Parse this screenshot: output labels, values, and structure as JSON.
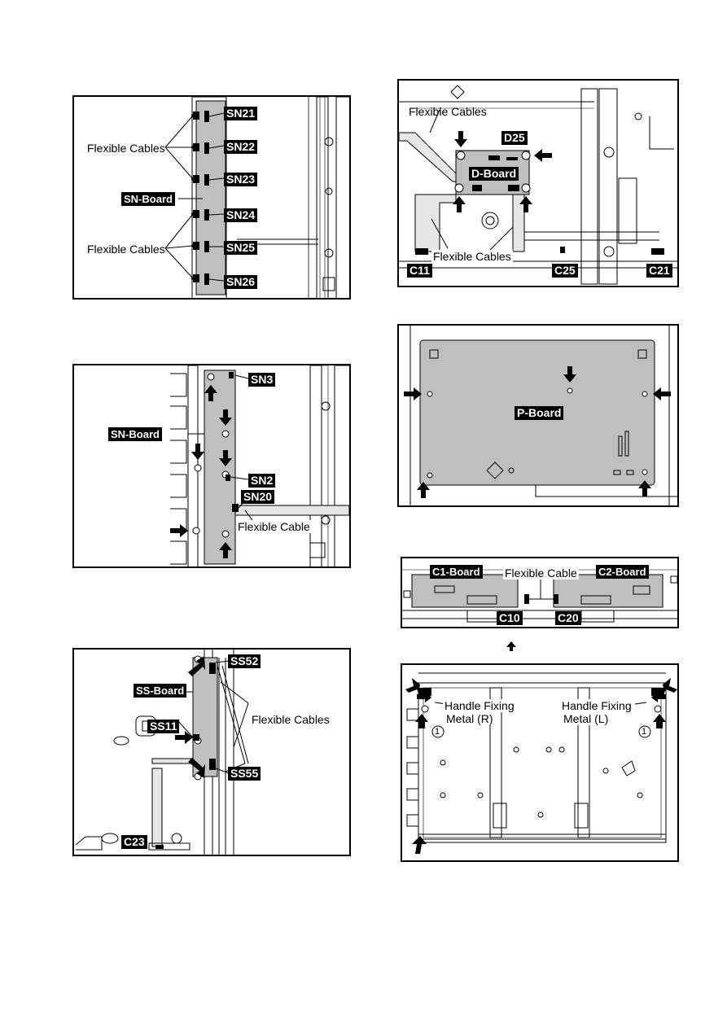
{
  "fig_sn_cables": {
    "label_cables_top": "Flexible Cables",
    "label_board": "SN-Board",
    "label_cables_bottom": "Flexible Cables",
    "connectors": [
      "SN21",
      "SN22",
      "SN23",
      "SN24",
      "SN25",
      "SN26"
    ]
  },
  "fig_sn_board": {
    "label_board": "SN-Board",
    "label_cable": "Flexible Cable",
    "connectors": [
      "SN3",
      "SN2",
      "SN20"
    ]
  },
  "fig_ss_board": {
    "label_board": "SS-Board",
    "label_cables": "Flexible Cables",
    "connectors": [
      "SS52",
      "SS11",
      "SS55",
      "C23"
    ]
  },
  "fig_d_board": {
    "label_cables_top": "Flexible Cables",
    "label_board": "D-Board",
    "label_cables_bottom": "Flexible Cables",
    "connectors": [
      "D25",
      "C11",
      "C25",
      "C21"
    ]
  },
  "fig_p_board": {
    "label_board": "P-Board"
  },
  "fig_c_boards": {
    "label_c1": "C1-Board",
    "label_cable": "Flexible Cable",
    "label_c2": "C2-Board",
    "connectors": [
      "C10",
      "C20"
    ]
  },
  "fig_handle": {
    "label_right_line1": "Handle Fixing",
    "label_right_line2": "Metal (R)",
    "label_left_line1": "Handle Fixing",
    "label_left_line2": "Metal (L)",
    "marker": "1"
  },
  "colors": {
    "board_fill": "#bfbfbf",
    "label_bg": "#000000",
    "label_text": "#ffffff"
  }
}
